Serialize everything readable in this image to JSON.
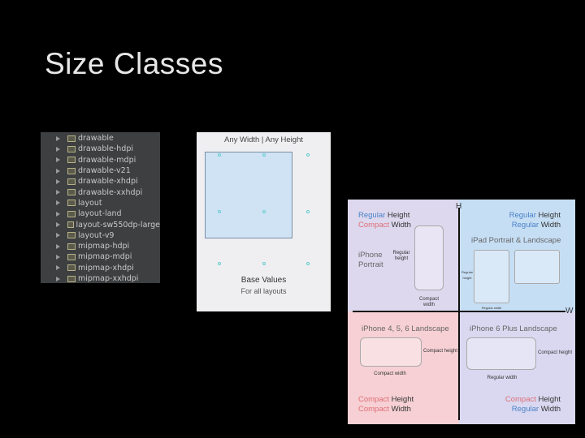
{
  "slide": {
    "title": "Size Classes"
  },
  "file_tree": {
    "items": [
      "drawable",
      "drawable-hdpi",
      "drawable-mdpi",
      "drawable-v21",
      "drawable-xhdpi",
      "drawable-xxhdpi",
      "layout",
      "layout-land",
      "layout-sw550dp-large",
      "layout-v9",
      "mipmap-hdpi",
      "mipmap-mdpi",
      "mipmap-xhdpi",
      "mipmap-xxhdpi"
    ]
  },
  "interface_builder": {
    "header": "Any Width | Any Height",
    "base_values": "Base Values",
    "subtitle": "For all layouts"
  },
  "size_class_chart": {
    "axis_h": "H",
    "axis_w": "W",
    "top_left": {
      "w1": "Regular",
      "w2": " Height",
      "w3": "Compact",
      "w4": " Width",
      "device": "iPhone",
      "device2": "Portrait",
      "height_label": "Regular height",
      "width_label": "Compact width"
    },
    "top_right": {
      "w1": "Regular",
      "w2": " Height",
      "w3": "Regular",
      "w4": " Width",
      "device": "iPad Portrait & Landscape",
      "height_label": "Regular height",
      "width_label": "Regular width"
    },
    "bottom_left": {
      "device": "iPhone 4, 5, 6 Landscape",
      "height_label": "Compact height",
      "width_label": "Compact width",
      "w1": "Compact",
      "w2": " Height",
      "w3": "Compact",
      "w4": " Width"
    },
    "bottom_right": {
      "device": "iPhone 6 Plus Landscape",
      "height_label": "Compact height",
      "width_label": "Regular width",
      "w1": "Compact",
      "w2": " Height",
      "w3": "Regular",
      "w4": " Width"
    },
    "colors": {
      "top_left": "#ddd8ee",
      "top_right": "#c6def4",
      "bottom_left": "#f6d0d4",
      "bottom_right": "#d9d8f0",
      "regular": "#4a82c8",
      "compact": "#e06f78"
    }
  }
}
